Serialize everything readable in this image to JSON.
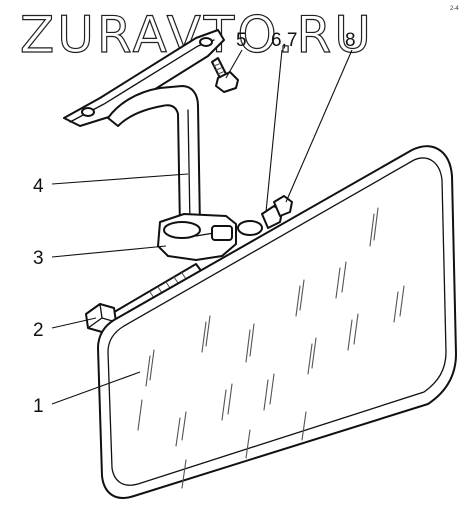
{
  "watermark": "ZURAVTO.RU",
  "corner_mark": "2-4",
  "callouts": [
    {
      "label": "1",
      "part": "mirror"
    },
    {
      "label": "2",
      "part": "bolt"
    },
    {
      "label": "3",
      "part": "clamp"
    },
    {
      "label": "4",
      "part": "stem"
    },
    {
      "label": "5",
      "part": "screw"
    },
    {
      "label": "6,7",
      "part": "screw-washer"
    },
    {
      "label": "8",
      "part": "nut"
    }
  ]
}
